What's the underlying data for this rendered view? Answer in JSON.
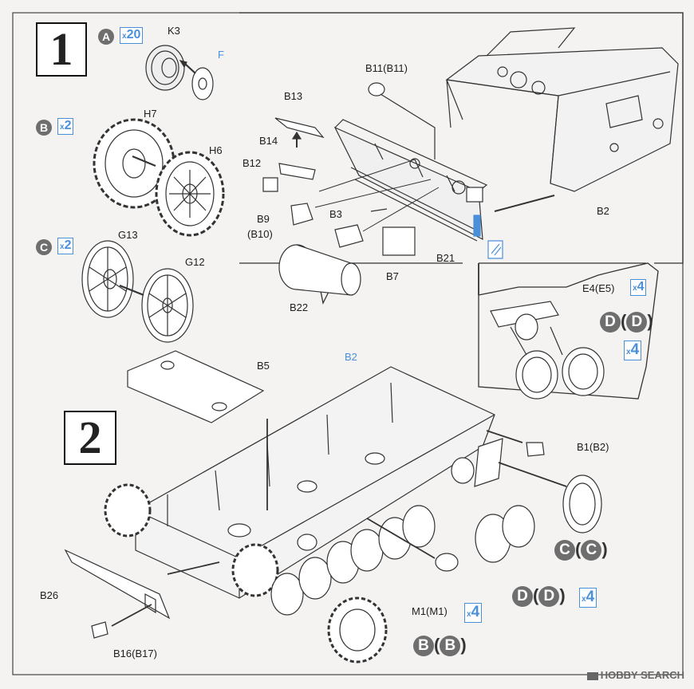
{
  "step1": {
    "number": "1",
    "A": {
      "letter": "A",
      "qty": "20",
      "labels": [
        "K3",
        "F"
      ]
    },
    "B": {
      "letter": "B",
      "qty": "2",
      "labels": [
        "H7",
        "H6"
      ]
    },
    "C": {
      "letter": "C",
      "qty": "2",
      "labels": [
        "G13",
        "G12"
      ]
    },
    "inset_labels": [
      "B11(B11)",
      "B13",
      "B14",
      "B12",
      "B9",
      "(B10)",
      "B22",
      "B3",
      "B7",
      "B21",
      "B2"
    ]
  },
  "step2": {
    "number": "2",
    "labels": [
      "B5",
      "B2",
      "B1(B2)",
      "E4(E5)",
      "B26",
      "B16(B17)",
      "M1(M1)"
    ],
    "callouts": {
      "D_top": {
        "letter": "D",
        "qty": "4"
      },
      "E4_qty": "4",
      "C": {
        "letter": "C"
      },
      "D_bottom": {
        "letter": "D",
        "qty": "4"
      },
      "M1_qty": "4",
      "B": {
        "letter": "B"
      }
    }
  },
  "watermark": "HOBBY SEARCH",
  "colors": {
    "accent_blue": "#4a90d9",
    "callout_gray": "#6e6e6e",
    "line": "#333333"
  },
  "icons": [
    "paint-color-icon"
  ]
}
